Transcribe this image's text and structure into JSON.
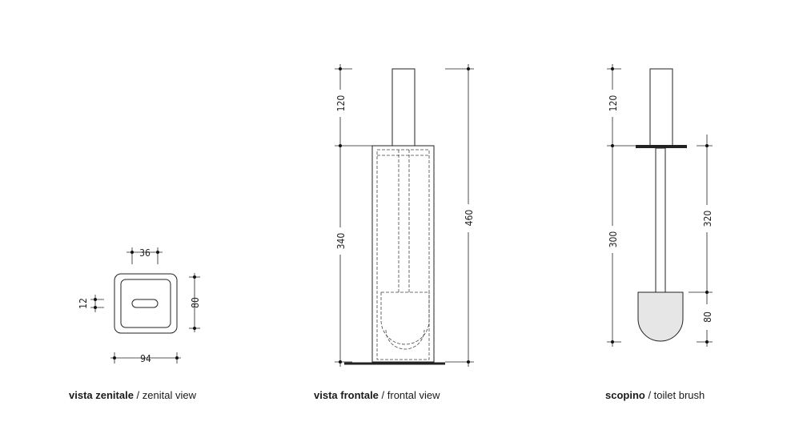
{
  "views": {
    "top": {
      "title_bold": "vista zenitale",
      "title_rest": " / zenital view",
      "dims": {
        "width": "94",
        "height": "80",
        "slot_width": "36",
        "slot_height": "12"
      }
    },
    "front": {
      "title_bold": "vista frontale",
      "title_rest": " / frontal view",
      "dims": {
        "top_part": "120",
        "body": "340",
        "total": "460"
      }
    },
    "brush": {
      "title_bold": "scopino",
      "title_rest": " / toilet brush",
      "dims": {
        "handle": "120",
        "stem": "300",
        "shaft": "320",
        "head": "80"
      }
    }
  }
}
